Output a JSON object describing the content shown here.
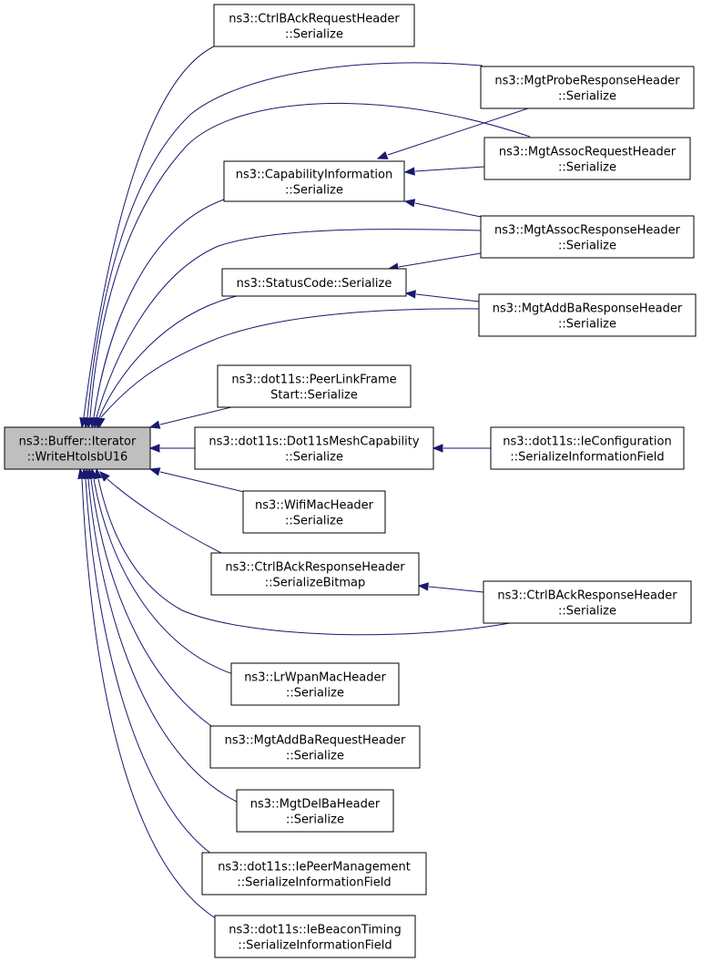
{
  "graph": {
    "root": {
      "id": "root",
      "lines": [
        "ns3::Buffer::Iterator",
        "::WriteHtolsbU16"
      ]
    },
    "nodes": [
      {
        "id": "ctrlback-req",
        "lines": [
          "ns3::CtrlBAckRequestHeader",
          "::Serialize"
        ]
      },
      {
        "id": "probe-resp",
        "lines": [
          "ns3::MgtProbeResponseHeader",
          "::Serialize"
        ]
      },
      {
        "id": "assoc-req",
        "lines": [
          "ns3::MgtAssocRequestHeader",
          "::Serialize"
        ]
      },
      {
        "id": "capability",
        "lines": [
          "ns3::CapabilityInformation",
          "::Serialize"
        ]
      },
      {
        "id": "assoc-resp",
        "lines": [
          "ns3::MgtAssocResponseHeader",
          "::Serialize"
        ]
      },
      {
        "id": "status",
        "lines": [
          "ns3::StatusCode::Serialize"
        ]
      },
      {
        "id": "addba-resp",
        "lines": [
          "ns3::MgtAddBaResponseHeader",
          "::Serialize"
        ]
      },
      {
        "id": "peerlink",
        "lines": [
          "ns3::dot11s::PeerLinkFrame",
          "Start::Serialize"
        ]
      },
      {
        "id": "meshcap",
        "lines": [
          "ns3::dot11s::Dot11sMeshCapability",
          "::Serialize"
        ]
      },
      {
        "id": "ieconfig",
        "lines": [
          "ns3::dot11s::IeConfiguration",
          "::SerializeInformationField"
        ]
      },
      {
        "id": "wifimac",
        "lines": [
          "ns3::WifiMacHeader",
          "::Serialize"
        ]
      },
      {
        "id": "ctrlback-resp-bitmap",
        "lines": [
          "ns3::CtrlBAckResponseHeader",
          "::SerializeBitmap"
        ]
      },
      {
        "id": "ctrlback-resp",
        "lines": [
          "ns3::CtrlBAckResponseHeader",
          "::Serialize"
        ]
      },
      {
        "id": "lrwpan",
        "lines": [
          "ns3::LrWpanMacHeader",
          "::Serialize"
        ]
      },
      {
        "id": "addba-req",
        "lines": [
          "ns3::MgtAddBaRequestHeader",
          "::Serialize"
        ]
      },
      {
        "id": "delba",
        "lines": [
          "ns3::MgtDelBaHeader",
          "::Serialize"
        ]
      },
      {
        "id": "peermgmt",
        "lines": [
          "ns3::dot11s::IePeerManagement",
          "::SerializeInformationField"
        ]
      },
      {
        "id": "beacon",
        "lines": [
          "ns3::dot11s::IeBeaconTiming",
          "::SerializeInformationField"
        ]
      }
    ],
    "edges": [
      {
        "from": "ctrlback-req",
        "to": "root"
      },
      {
        "from": "probe-resp",
        "to": "root"
      },
      {
        "from": "probe-resp",
        "to": "capability"
      },
      {
        "from": "assoc-req",
        "to": "root"
      },
      {
        "from": "assoc-req",
        "to": "capability"
      },
      {
        "from": "capability",
        "to": "root"
      },
      {
        "from": "assoc-resp",
        "to": "root"
      },
      {
        "from": "assoc-resp",
        "to": "capability"
      },
      {
        "from": "assoc-resp",
        "to": "status"
      },
      {
        "from": "status",
        "to": "root"
      },
      {
        "from": "addba-resp",
        "to": "root"
      },
      {
        "from": "addba-resp",
        "to": "status"
      },
      {
        "from": "peerlink",
        "to": "root"
      },
      {
        "from": "meshcap",
        "to": "root"
      },
      {
        "from": "ieconfig",
        "to": "meshcap"
      },
      {
        "from": "wifimac",
        "to": "root"
      },
      {
        "from": "ctrlback-resp-bitmap",
        "to": "root"
      },
      {
        "from": "ctrlback-resp",
        "to": "root"
      },
      {
        "from": "ctrlback-resp",
        "to": "ctrlback-resp-bitmap"
      },
      {
        "from": "lrwpan",
        "to": "root"
      },
      {
        "from": "addba-req",
        "to": "root"
      },
      {
        "from": "delba",
        "to": "root"
      },
      {
        "from": "peermgmt",
        "to": "root"
      },
      {
        "from": "beacon",
        "to": "root"
      }
    ],
    "colors": {
      "edge": "#191970",
      "root_fill": "#bfbfbf",
      "node_border": "#000000"
    }
  }
}
